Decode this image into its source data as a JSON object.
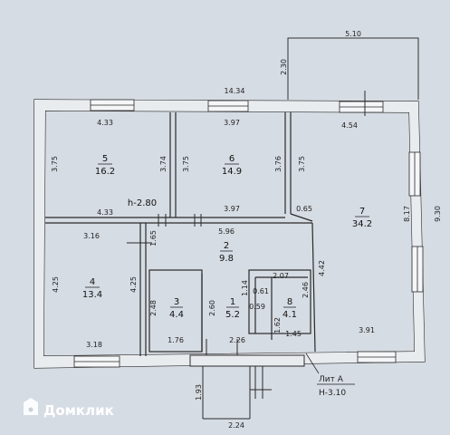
{
  "rooms": [
    {
      "id": "5",
      "area": "16.2"
    },
    {
      "id": "6",
      "area": "14.9"
    },
    {
      "id": "7",
      "area": "34.2"
    },
    {
      "id": "2",
      "area": "9.8"
    },
    {
      "id": "4",
      "area": "13.4"
    },
    {
      "id": "3",
      "area": "4.4"
    },
    {
      "id": "1",
      "area": "5.2"
    },
    {
      "id": "8",
      "area": "4.1"
    }
  ],
  "ceiling_height": "h-2.80",
  "dimensions": {
    "terrace_top": "5.10",
    "terrace_side": "2.30",
    "overall_top": "14.34",
    "overall_right": "9.30",
    "r5_top": "4.33",
    "r5_bottom": "4.33",
    "r5_left": "3.75",
    "r5_right": "3.74",
    "r6_top": "3.97",
    "r6_bottom": "3.97",
    "r6_left": "3.75",
    "r6_right": "3.76",
    "r7_top": "4.54",
    "r7_left": "3.75",
    "r7_right": "8.17",
    "r7_passage": "0.65",
    "hall_width": "5.96",
    "hall_height": "1.65",
    "r4_top": "3.16",
    "r4_bottom": "3.18",
    "r4_left": "4.25",
    "r4_right": "4.25",
    "r3_left": "2.48",
    "r3_right": "2.60",
    "r3_bottom": "1.76",
    "r1_bottom": "2.26",
    "r1_a": "1.14",
    "r1_b": "0.61",
    "r1_c": "0.59",
    "r1_d": "1.62",
    "r8_top": "2.07",
    "r8_right": "2.46",
    "r8_bottom": "1.45",
    "r2_right": "4.42",
    "south_bottom": "3.91",
    "porch_side": "1.93",
    "porch_bottom": "2.24"
  },
  "annotation": {
    "lit": "Лит А",
    "height": "Н-3.10"
  },
  "logo": {
    "text": "Домклик"
  }
}
